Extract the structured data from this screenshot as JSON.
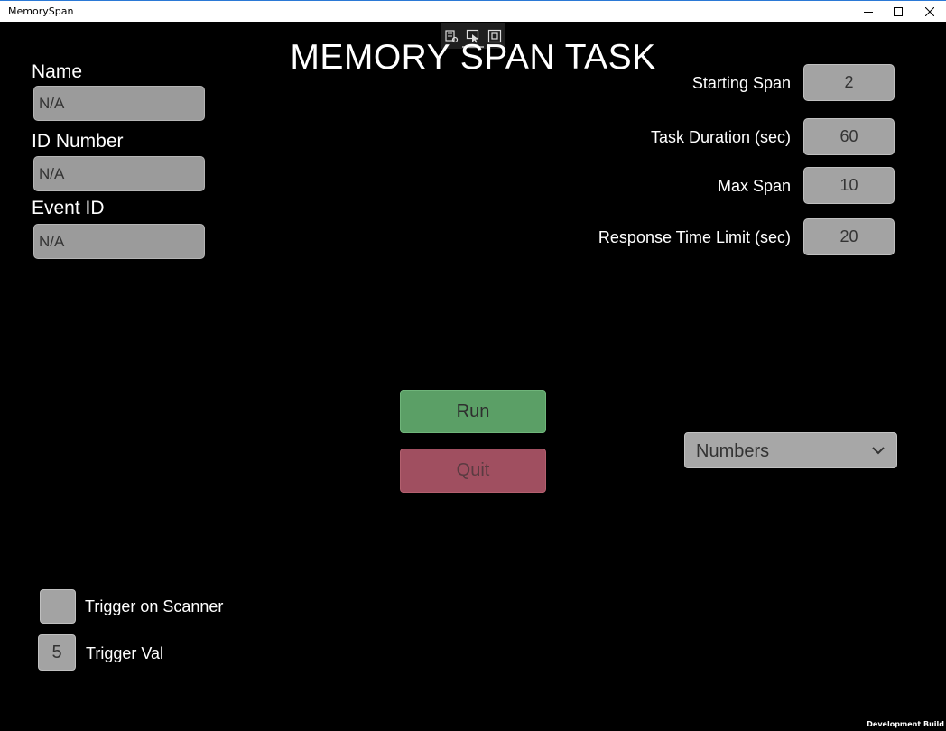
{
  "window": {
    "title": "MemorySpan",
    "minimize_icon": "minimize-icon",
    "maximize_icon": "maximize-icon",
    "close_icon": "close-icon"
  },
  "devtools": {
    "icons": [
      "live-visual-tree-icon",
      "select-element-icon",
      "display-layout-adorners-icon"
    ]
  },
  "main": {
    "title": "MEMORY SPAN TASK"
  },
  "participant": {
    "name_label": "Name",
    "name_value": "N/A",
    "id_label": "ID Number",
    "id_value": "N/A",
    "event_label": "Event ID",
    "event_value": "N/A"
  },
  "settings": {
    "starting_span_label": "Starting Span",
    "starting_span_value": "2",
    "task_duration_label": "Task Duration (sec)",
    "task_duration_value": "60",
    "max_span_label": "Max Span",
    "max_span_value": "10",
    "response_limit_label": "Response Time Limit (sec)",
    "response_limit_value": "20"
  },
  "actions": {
    "run_label": "Run",
    "quit_label": "Quit",
    "run_color": "#5b9f66",
    "quit_color": "#a04f60"
  },
  "stimulus_type": {
    "selected": "Numbers",
    "icon": "chevron-down-icon"
  },
  "trigger": {
    "scanner_label": "Trigger on Scanner",
    "scanner_checked": false,
    "val_value": "5",
    "val_label": "Trigger Val"
  },
  "footer": {
    "build_label": "Development Build"
  }
}
